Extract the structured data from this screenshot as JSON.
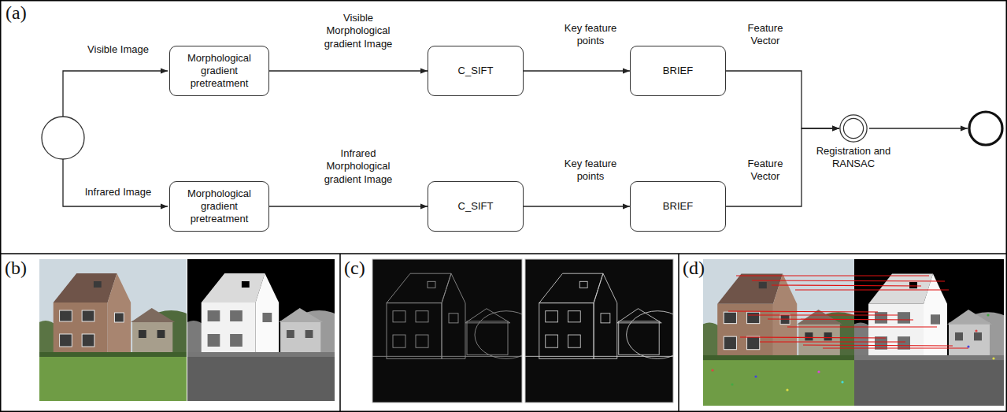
{
  "diagram": {
    "nodes": [
      {
        "text": [
          "Morphological gradient pretreatment"
        ]
      },
      {
        "text": [
          "C_SIFT"
        ]
      },
      {
        "text": [
          "BRIEF"
        ]
      },
      {
        "text": [
          "Morphological gradient pretreatment"
        ]
      },
      {
        "text": [
          "C_SIFT"
        ]
      },
      {
        "text": [
          "BRIEF"
        ]
      },
      {
        "text": [
          "Registration and RANSAC"
        ]
      }
    ],
    "edges": [
      {
        "from": 0,
        "to": 1,
        "arrow": "to",
        "label": "Visible Morphological gradient Image"
      },
      {
        "from": 1,
        "to": 2,
        "arrow": "to",
        "label": "Key feature points"
      },
      {
        "from": 2,
        "to": 6,
        "arrow": "to",
        "label": "Feature Vector"
      },
      {
        "from": 3,
        "to": 4,
        "arrow": "to",
        "label": "Infrared Morphological gradient Image"
      },
      {
        "from": 4,
        "to": 5,
        "arrow": "to",
        "label": "Key feature points"
      },
      {
        "from": 5,
        "to": 6,
        "arrow": "to",
        "label": "Feature Vector"
      }
    ],
    "labels": [
      "(a)",
      "Visible Image",
      "Infrared Image",
      "(b)",
      "(c)",
      "(d)"
    ]
  }
}
